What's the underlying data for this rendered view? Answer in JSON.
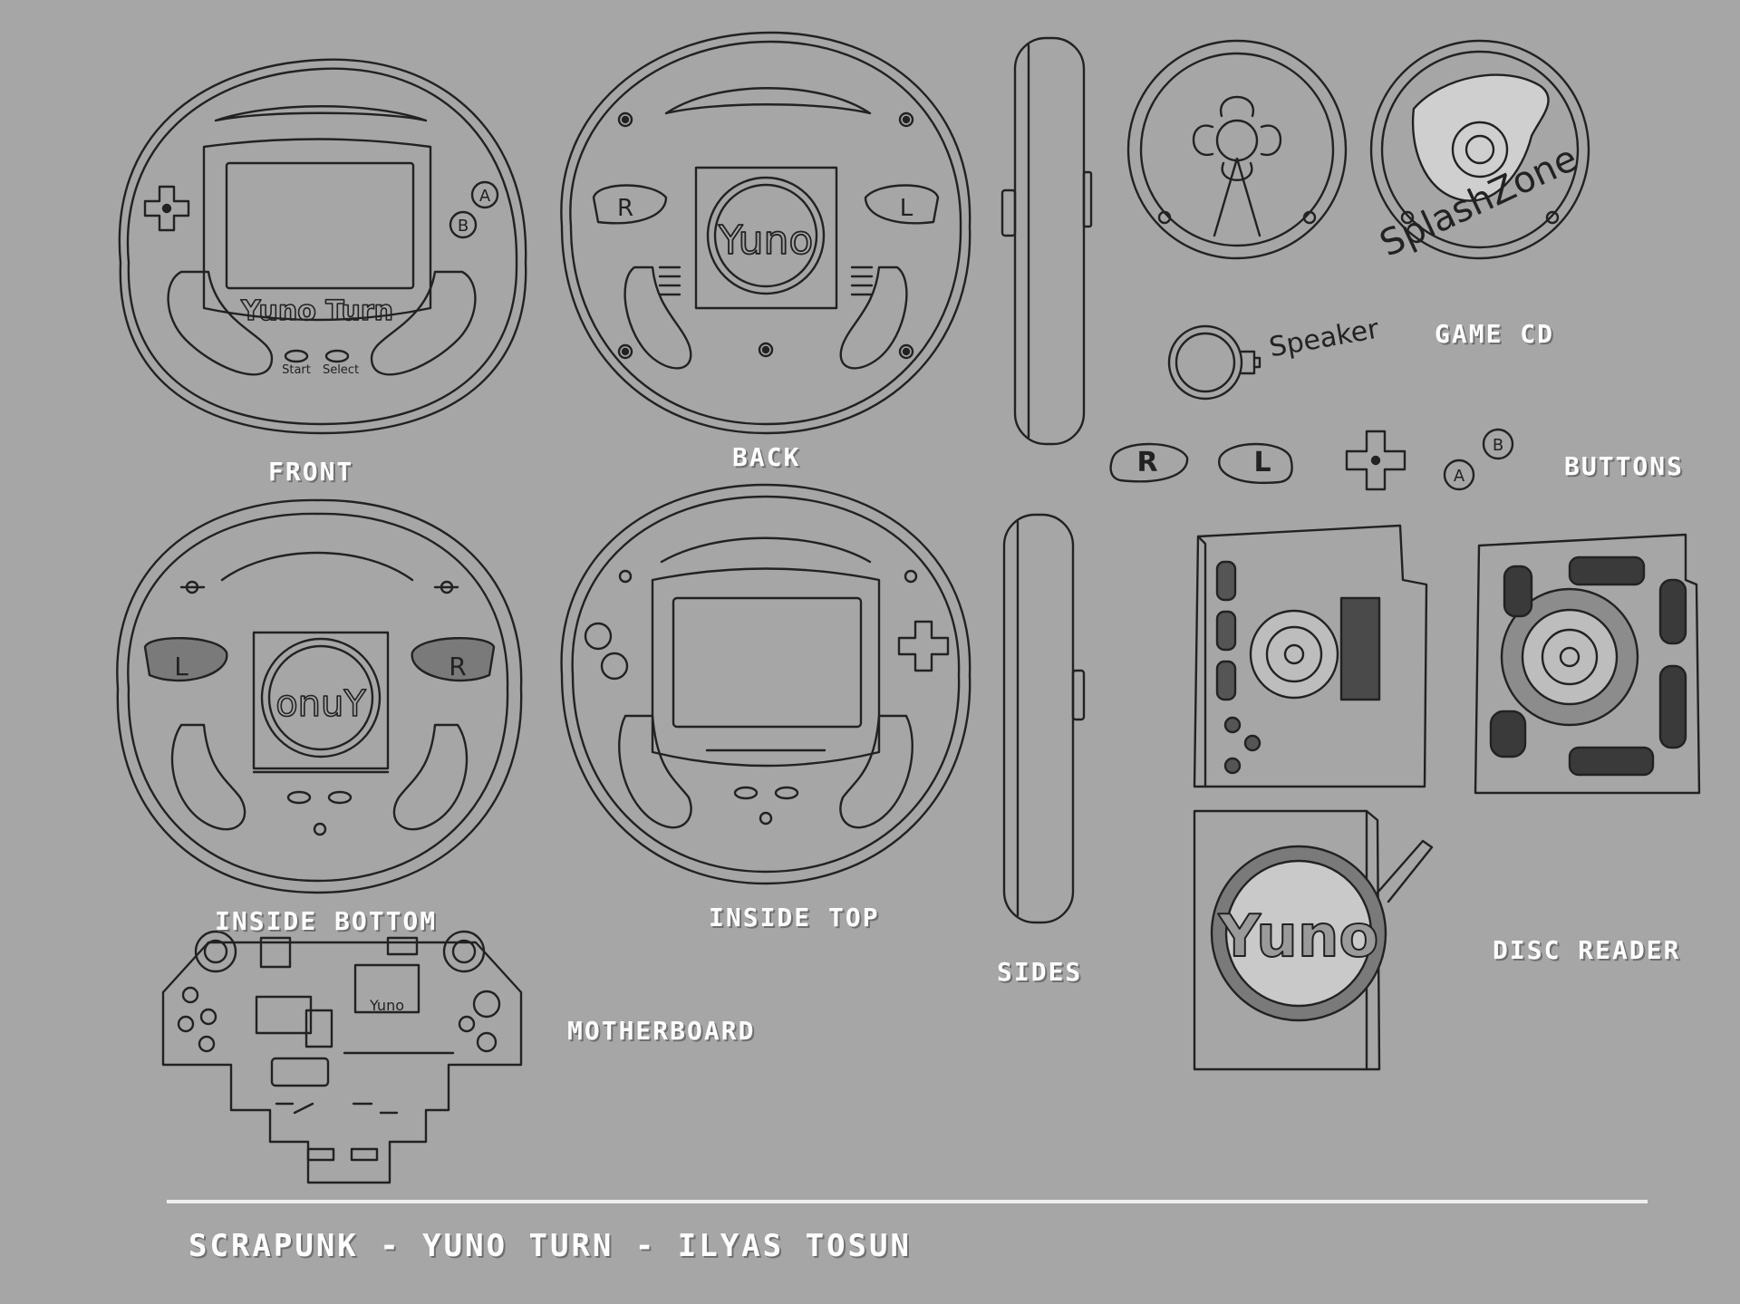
{
  "labels": {
    "front": "FRONT",
    "back": "BACK",
    "sides": "SIDES",
    "game_cd": "GAME CD",
    "buttons": "BUTTONS",
    "disc_reader": "DISC READER",
    "inside_bottom": "INSIDE BOTTOM",
    "inside_top": "INSIDE TOP",
    "motherboard": "MOTHERBOARD"
  },
  "footer": "SCRAPUNK - YUNO TURN - ILYAS TOSUN",
  "annotations": {
    "speaker": "Speaker",
    "front_logo": "Yuno Turn",
    "start": "Start",
    "select": "Select",
    "back_logo": "Yuno",
    "inside_logo": "onuY",
    "cd_title": "SplashZone",
    "board_logo": "Yuno",
    "reader_logo": "Yuno",
    "btn_a": "A",
    "btn_b": "B",
    "btn_r": "R",
    "btn_l": "L"
  },
  "colors": {
    "background": "#a6a6a6",
    "ink": "#222222",
    "label": "#ffffff",
    "divider": "#eeeeee"
  }
}
